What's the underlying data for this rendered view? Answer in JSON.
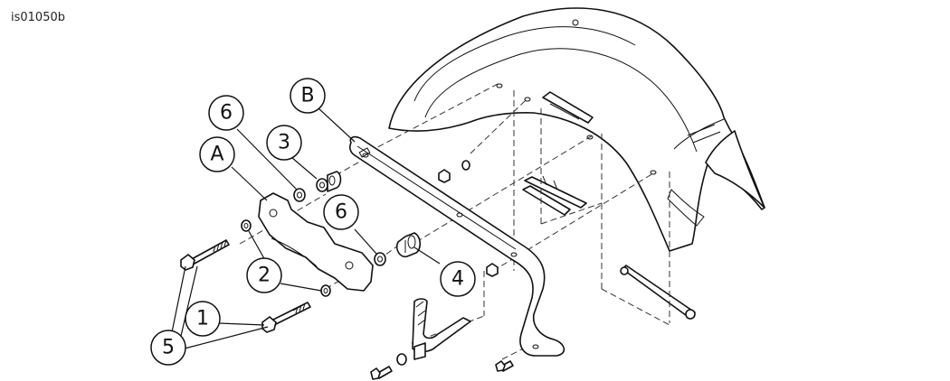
{
  "figure_id": "is01050b",
  "callouts": [
    {
      "key": "6a",
      "label": "6"
    },
    {
      "key": "B",
      "label": "B"
    },
    {
      "key": "3",
      "label": "3"
    },
    {
      "key": "A",
      "label": "A"
    },
    {
      "key": "6b",
      "label": "6"
    },
    {
      "key": "2",
      "label": "2"
    },
    {
      "key": "4",
      "label": "4"
    },
    {
      "key": "1",
      "label": "1"
    },
    {
      "key": "5",
      "label": "5"
    }
  ]
}
